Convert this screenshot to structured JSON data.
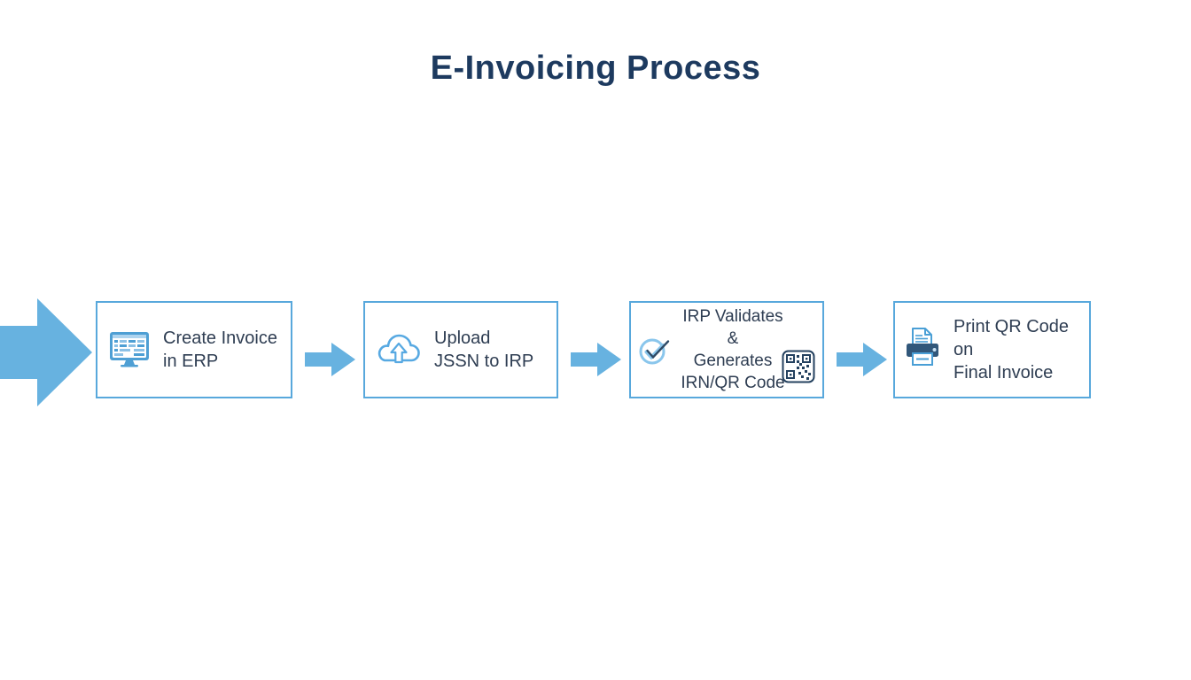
{
  "title": "E-Invoicing Process",
  "colors": {
    "title_text": "#1d3a5f",
    "box_border": "#58a8dc",
    "box_text": "#2e3d52",
    "arrow_fill": "#67b2e0",
    "icon_blue": "#4e9fd4",
    "icon_light_blue": "#8ac6ec",
    "icon_navy": "#2e4a66"
  },
  "flow": {
    "start_arrow_icon": "right-arrow-icon",
    "connector_icon": "right-arrow-icon"
  },
  "steps": [
    {
      "name": "create-invoice-in-erp",
      "icon": "erp-monitor-icon",
      "lines": [
        "Create Invoice",
        "in ERP"
      ]
    },
    {
      "name": "upload-jssn-to-irp",
      "icon": "cloud-upload-icon",
      "lines": [
        "Upload",
        "JSSN to IRP"
      ]
    },
    {
      "name": "irp-validates-generates-irnqr",
      "icon": "check-circle-icon",
      "secondary_icon": "qr-code-icon",
      "lines": [
        "IRP Validates &",
        "Generates",
        "IRN/QR Code"
      ]
    },
    {
      "name": "print-qr-on-final-invoice",
      "icon": "printer-icon",
      "lines": [
        "Print QR Code on",
        "Final Invoice"
      ]
    }
  ]
}
